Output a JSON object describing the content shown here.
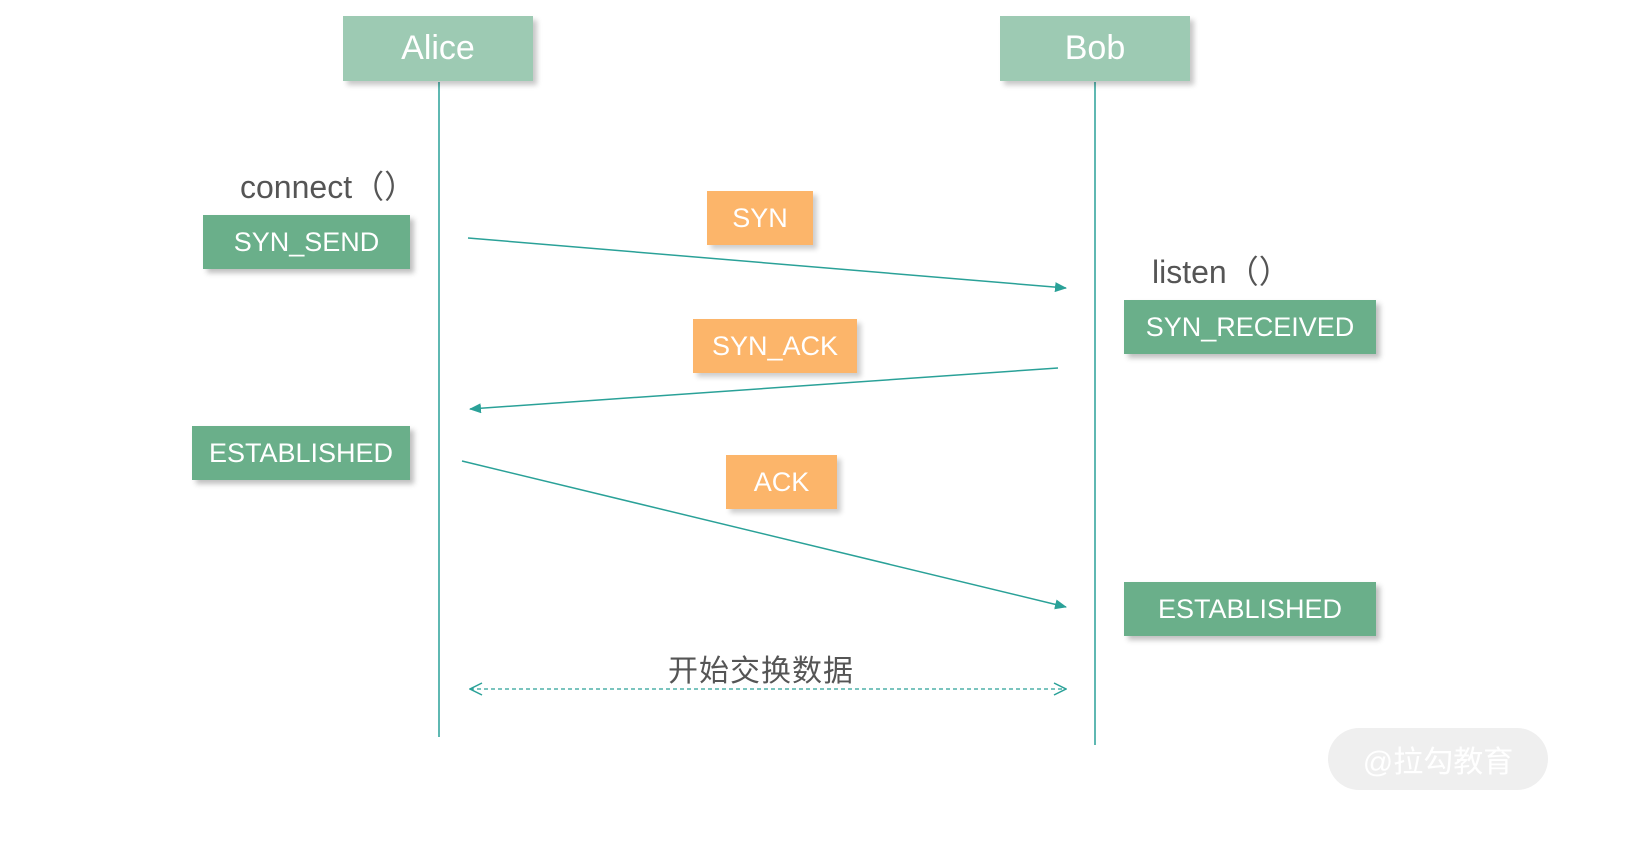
{
  "actors": {
    "left": "Alice",
    "right": "Bob"
  },
  "calls": {
    "left": "connect（）",
    "right": "listen（）"
  },
  "states": {
    "left_first": "SYN_SEND",
    "left_second": "ESTABLISHED",
    "right_first": "SYN_RECEIVED",
    "right_second": "ESTABLISHED"
  },
  "messages": {
    "first": "SYN",
    "second": "SYN_ACK",
    "third": "ACK"
  },
  "exchange_caption": "开始交换数据",
  "watermark": "@拉勾教育",
  "colors": {
    "actor": "#9dcab3",
    "state": "#6aaf8a",
    "message": "#fcb56a",
    "line": "#2aa198"
  }
}
